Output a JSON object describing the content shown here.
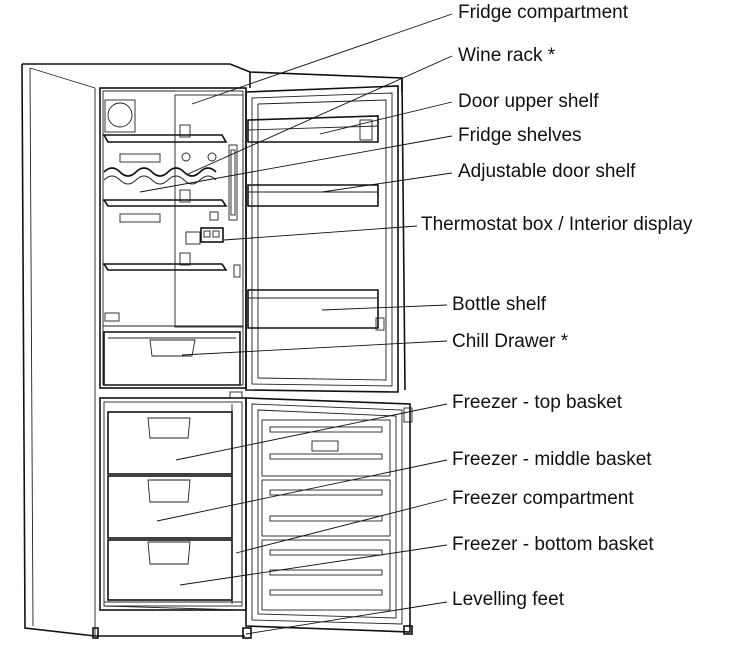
{
  "labels": {
    "fridge_compartment": "Fridge compartment",
    "wine_rack": "Wine rack *",
    "door_upper_shelf": "Door upper shelf",
    "fridge_shelves": "Fridge shelves",
    "adjustable_door_shelf": "Adjustable door shelf",
    "thermostat_box": "Thermostat box / Interior display",
    "bottle_shelf": "Bottle shelf",
    "chill_drawer": "Chill Drawer *",
    "freezer_top_basket": "Freezer - top basket",
    "freezer_middle_basket": "Freezer - middle basket",
    "freezer_compartment": "Freezer compartment",
    "freezer_bottom_basket": "Freezer - bottom basket",
    "levelling_feet": "Levelling feet"
  },
  "colors": {
    "line": "#111111",
    "background": "#ffffff"
  }
}
